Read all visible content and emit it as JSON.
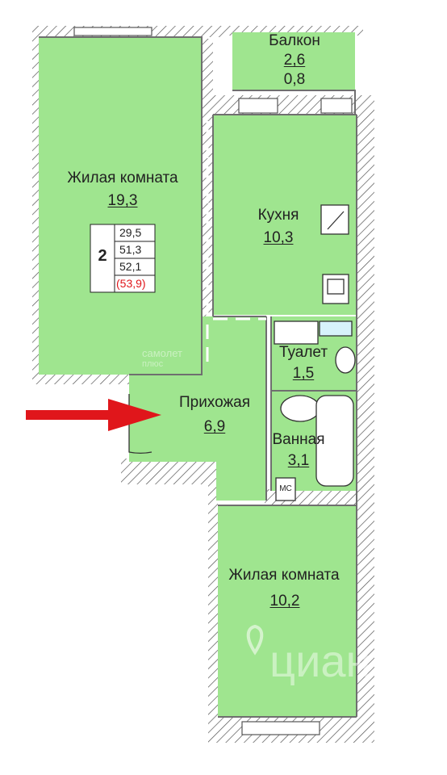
{
  "rooms": {
    "balcony": {
      "name": "Балкон",
      "area": "2,6",
      "extra": "0,8"
    },
    "living1": {
      "name": "Жилая комната",
      "area": "19,3"
    },
    "kitchen": {
      "name": "Кухня",
      "area": "10,3"
    },
    "toilet": {
      "name": "Туалет",
      "area": "1,5"
    },
    "hall": {
      "name": "Прихожая",
      "area": "6,9"
    },
    "bath": {
      "name": "Ванная",
      "area": "3,1"
    },
    "living2": {
      "name": "Жилая комната",
      "area": "10,2"
    }
  },
  "summary": {
    "rooms_count": "2",
    "values": [
      "29,5",
      "51,3",
      "52,1",
      "(53,9)"
    ]
  },
  "fixtures": {
    "meter_label": "МС"
  },
  "watermarks": {
    "samolet_line1": "самолет",
    "samolet_line2": "плюс",
    "cian": "циан"
  },
  "colors": {
    "room_fill": "#9fe58f",
    "wall": "#6f6f6f",
    "arrow": "#e0161b",
    "total_highlight": "#e0161b"
  }
}
